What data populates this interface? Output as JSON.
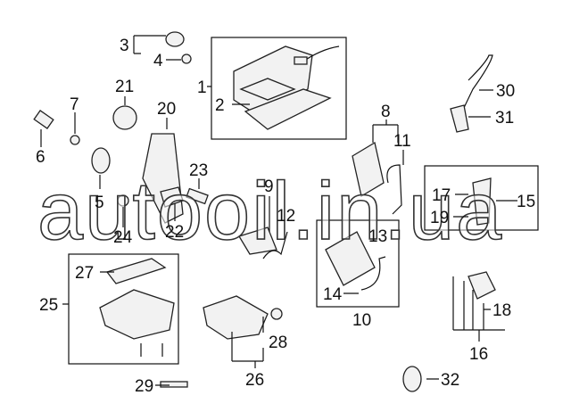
{
  "diagram": {
    "callouts": [
      "1",
      "2",
      "3",
      "4",
      "5",
      "6",
      "7",
      "8",
      "9",
      "10",
      "11",
      "12",
      "13",
      "14",
      "15",
      "16",
      "17",
      "18",
      "19",
      "20",
      "21",
      "22",
      "23",
      "24",
      "25",
      "26",
      "27",
      "28",
      "29",
      "30",
      "31",
      "32"
    ],
    "watermark": "autooil.in.ua",
    "colors": {
      "line": "#111111",
      "part_fill": "#f2f2f2",
      "background": "#ffffff"
    }
  }
}
